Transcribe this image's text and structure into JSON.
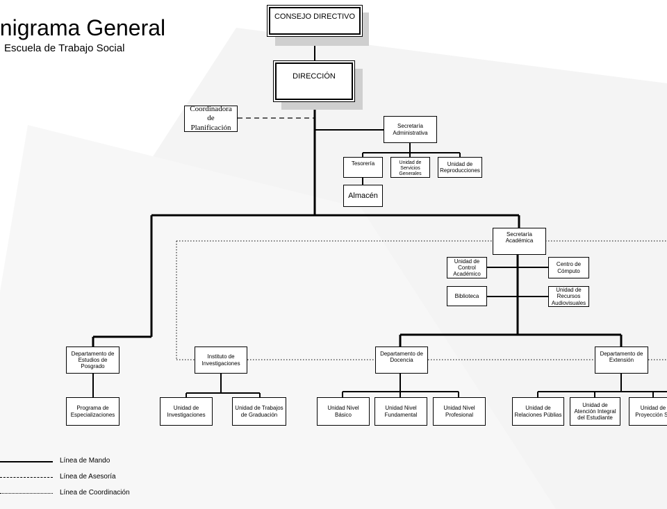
{
  "title": "anigrama General",
  "subtitle": "Escuela de Trabajo Social",
  "nodes": {
    "consejo": "CONSEJO DIRECTIVO",
    "direccion": "DIRECCIÓN",
    "coordinadora": "Coordinadora de Planificación",
    "sec_admin": "Secretaría Administrativa",
    "tesoreria": "Tesorería",
    "servicios": "Unidad de Servicios Generales",
    "reproducciones": "Unidad de Reproducciones",
    "almacen": "Almacén",
    "sec_acad": "Secretaría Académica",
    "control": "Unidad de Control Académico",
    "computo": "Centro de Cómputo",
    "biblioteca": "Biblioteca",
    "audiovisuales": "Unidad de Recursos Audiovisuales",
    "posgrado": "Departamento de Estudios de Posgrado",
    "investigaciones_inst": "Instituto de Investigaciones",
    "docencia": "Departamento de Docencia",
    "extension": "Departamento de Extensión",
    "especializaciones": "Programa de Especializaciones",
    "unidad_invest": "Unidad de Investigaciones",
    "trabajos_grad": "Unidad de Trabajos de Graduación",
    "nivel_basico": "Unidad Nivel Básico",
    "nivel_fundamental": "Unidad Nivel Fundamental",
    "nivel_profesional": "Unidad Nivel Profesional",
    "relaciones": "Unidad de Relaciones Públias",
    "atencion": "Unidad de Atención Integral del Estudiante",
    "proyeccion": "Unidad de Proyección So"
  },
  "legend": {
    "mando": "Línea de Mando",
    "asesoria": "Línea de Asesoría",
    "coordinacion": "Línea de Coordinación"
  }
}
